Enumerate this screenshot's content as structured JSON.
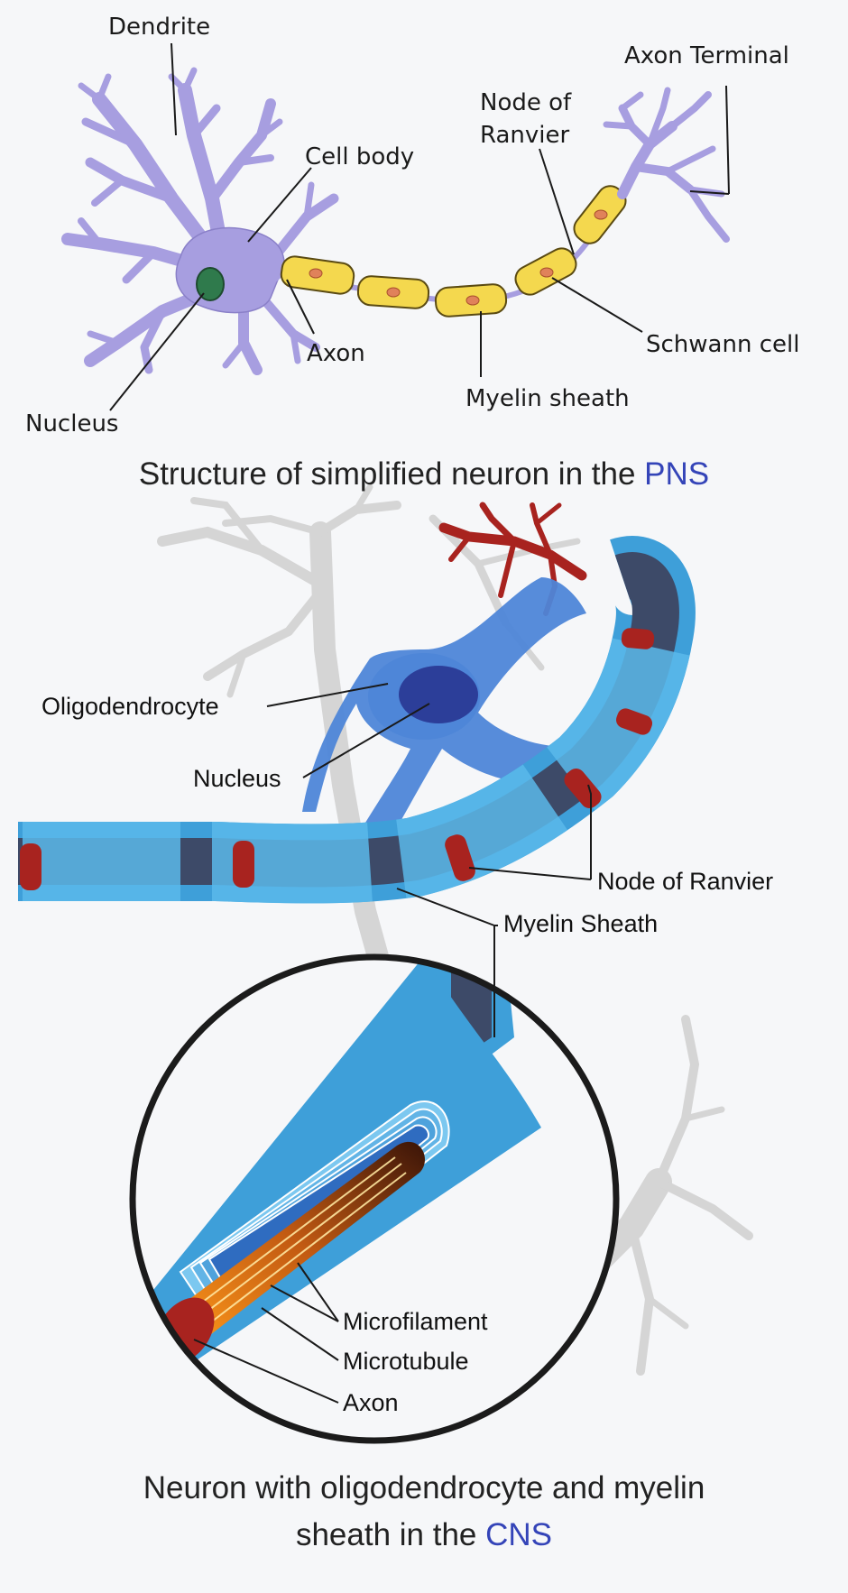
{
  "pns": {
    "labels": {
      "dendrite": "Dendrite",
      "axon_terminal": "Axon Terminal",
      "node_of_ranvier_1": "Node of",
      "node_of_ranvier_2": "Ranvier",
      "cell_body": "Cell body",
      "axon": "Axon",
      "schwann_cell": "Schwann cell",
      "myelin_sheath": "Myelin sheath",
      "nucleus": "Nucleus"
    },
    "caption_text": "Structure of simplified neuron in the ",
    "caption_accent": "PNS"
  },
  "cns": {
    "labels": {
      "oligodendrocyte": "Oligodendrocyte",
      "nucleus": "Nucleus",
      "node_of_ranvier": "Node of Ranvier",
      "myelin_sheath": "Myelin Sheath",
      "microfilament": "Microfilament",
      "microtubule": "Microtubule",
      "axon": "Axon"
    },
    "caption_line1": "Neuron with oligodendrocyte and myelin",
    "caption_line2_text": "sheath in the ",
    "caption_accent": "CNS"
  },
  "colors": {
    "neuron_purple": "#a79ee0",
    "schwann_yellow": "#f4d84e",
    "nucleus_green": "#2f7a4c",
    "myelin_blue": "#3e9fd9",
    "axon_slate": "#3d4a68",
    "node_red": "#a8231f",
    "accent_blue": "#3444b8"
  }
}
